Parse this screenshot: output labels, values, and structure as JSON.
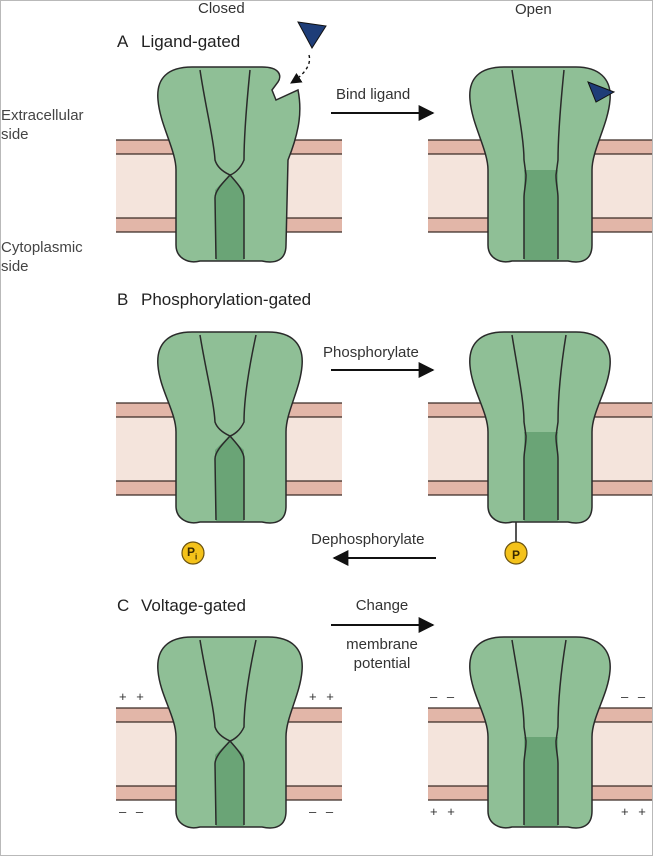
{
  "column_headers": {
    "closed": "Closed",
    "open": "Open"
  },
  "side_labels": {
    "extracellular": "Extracellular side",
    "cytoplasmic": "Cytoplasmic side"
  },
  "panels": [
    {
      "letter": "A",
      "title": "Ligand-gated",
      "forward_arrow": "Bind ligand"
    },
    {
      "letter": "B",
      "title": "Phosphorylation-gated",
      "forward_arrow": "Phosphorylate",
      "reverse_arrow": "Dephosphorylate",
      "phosphate_closed": "P",
      "phosphate_closed_sub": "i",
      "phosphate_open": "P"
    },
    {
      "letter": "C",
      "title": "Voltage-gated",
      "forward_arrow_line1": "Change",
      "forward_arrow_line2": "membrane",
      "forward_arrow_line3": "potential",
      "closed_top_left": "+ +",
      "closed_top_right": "+ +",
      "closed_bottom_left": "– –",
      "closed_bottom_right": "– –",
      "open_top_left": "– –",
      "open_top_right": "– –",
      "open_bottom_left": "+ +",
      "open_bottom_right": "+ +"
    }
  ],
  "colors": {
    "protein": "#8fbf96",
    "channel": "#6aa476",
    "outline": "#2a2a2a",
    "membrane_fill": "#f4e4dc",
    "membrane_band": "#e2b6a8",
    "ligand": "#1e3d78",
    "phosphate": "#f4c21a"
  }
}
